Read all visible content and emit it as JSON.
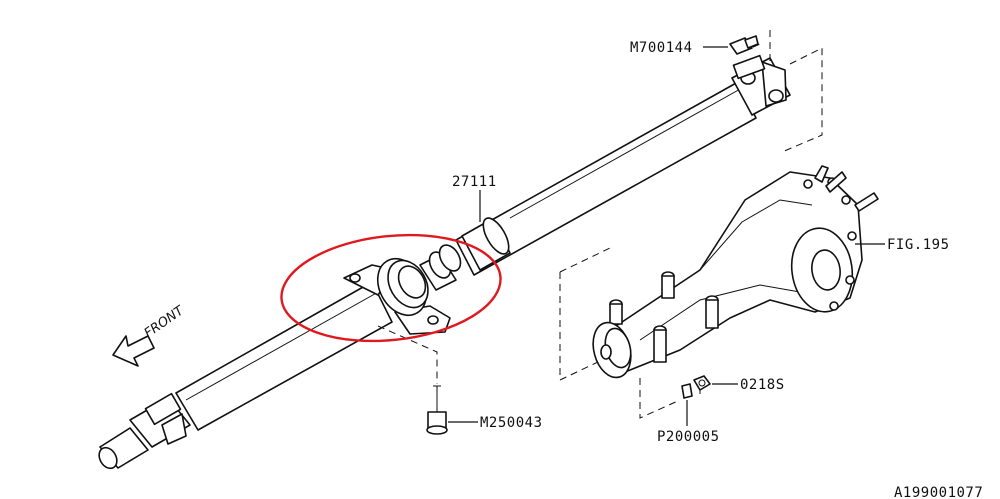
{
  "labels": {
    "bolt_top": "M700144",
    "shaft": "27111",
    "differential": "FIG.195",
    "nut": "0218S",
    "pin": "P200005",
    "center_bolt": "M250043",
    "diagram_code": "A199001077",
    "front": "FRONT"
  },
  "colors": {
    "line": "#111111",
    "highlight": "#e0191e",
    "background": "#ffffff"
  }
}
